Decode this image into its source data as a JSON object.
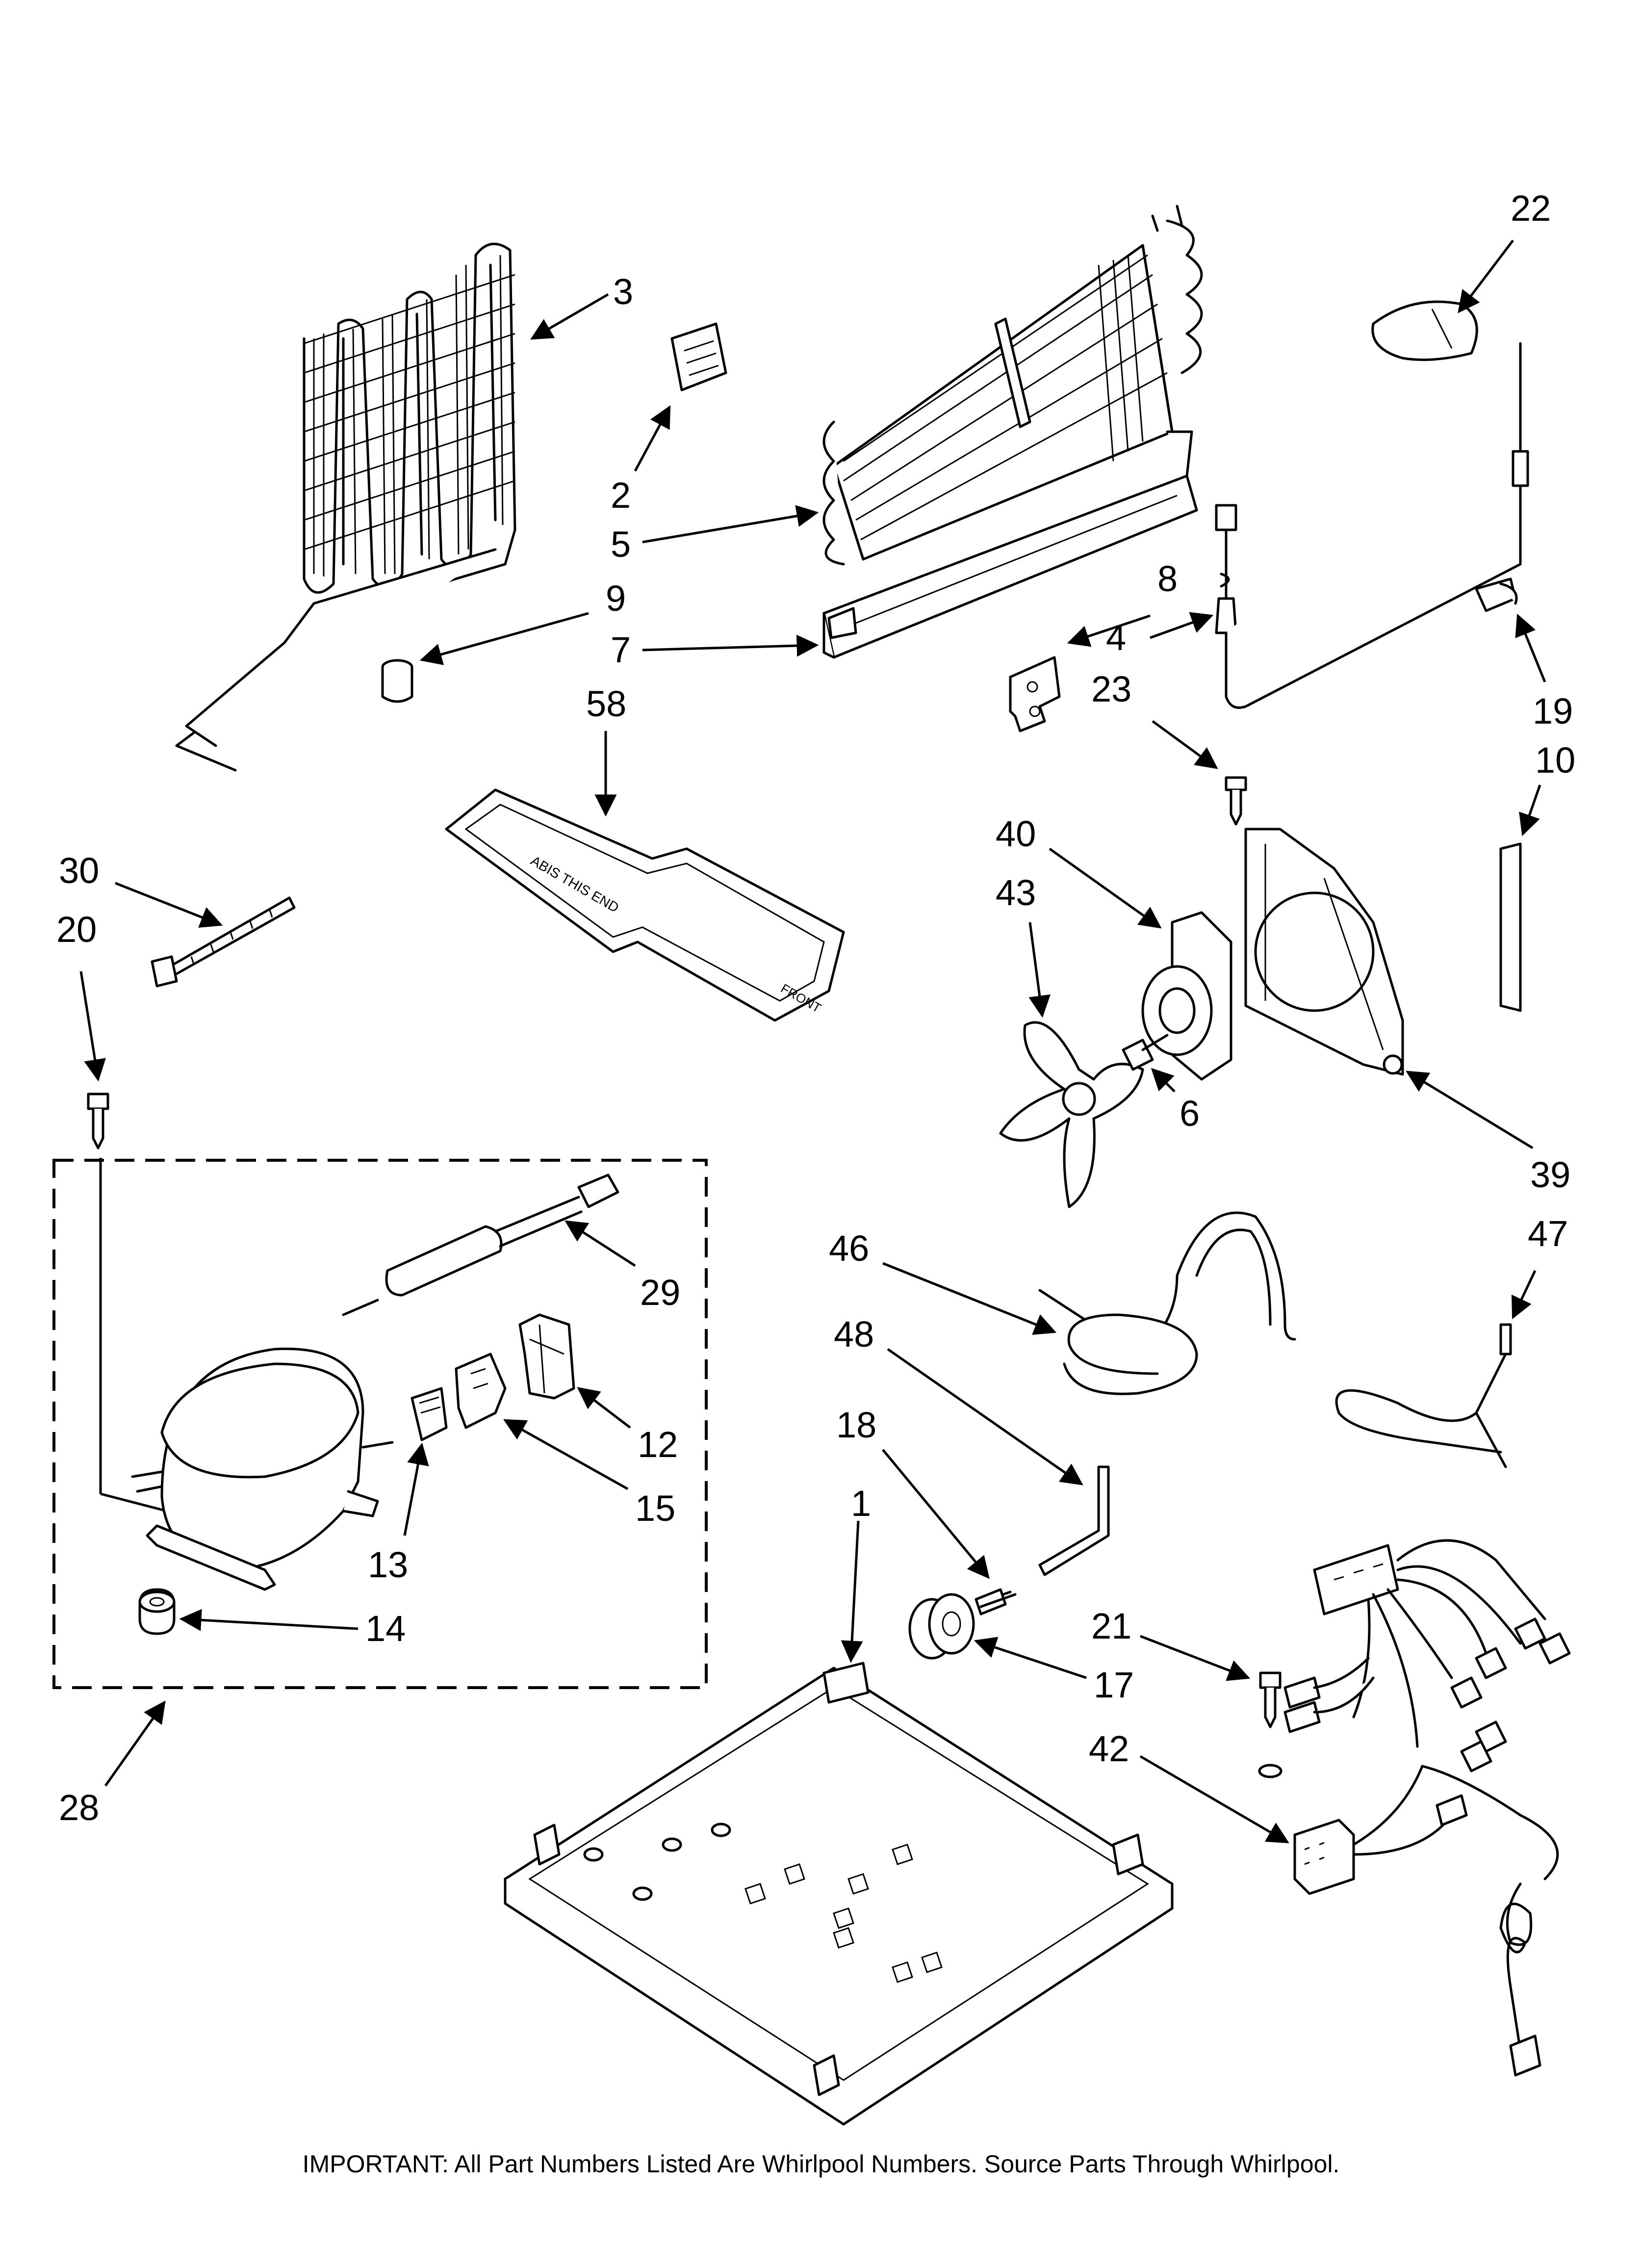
{
  "callouts": {
    "c1": "1",
    "c2": "2",
    "c3": "3",
    "c4": "4",
    "c5": "5",
    "c6": "6",
    "c7": "7",
    "c8": "8",
    "c9": "9",
    "c10": "10",
    "c12": "12",
    "c13": "13",
    "c14": "14",
    "c15": "15",
    "c17": "17",
    "c18": "18",
    "c19": "19",
    "c20": "20",
    "c21": "21",
    "c22": "22",
    "c23": "23",
    "c28": "28",
    "c29": "29",
    "c30": "30",
    "c39": "39",
    "c40": "40",
    "c42": "42",
    "c43": "43",
    "c46": "46",
    "c47": "47",
    "c48": "48",
    "c58": "58"
  },
  "footer": {
    "note": "IMPORTANT: All Part Numbers Listed Are Whirlpool Numbers. Source Parts Through Whirlpool."
  }
}
